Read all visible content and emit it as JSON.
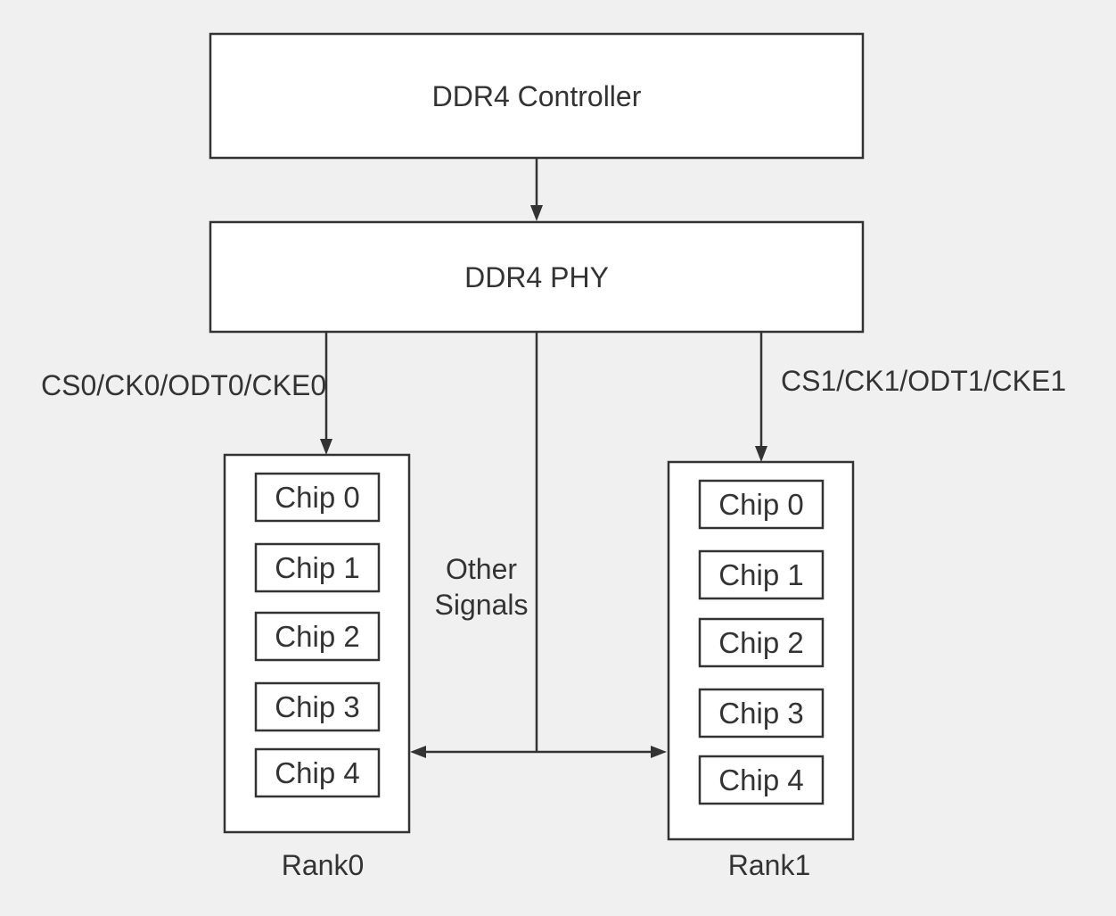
{
  "blocks": {
    "controller": "DDR4 Controller",
    "phy": "DDR4 PHY"
  },
  "signals": {
    "rank0": "CS0/CK0/ODT0/CKE0",
    "rank1": "CS1/CK1/ODT1/CKE1",
    "other_line1": "Other",
    "other_line2": "Signals"
  },
  "ranks": [
    {
      "label": "Rank0",
      "chips": [
        "Chip 0",
        "Chip 1",
        "Chip 2",
        "Chip 3",
        "Chip 4"
      ]
    },
    {
      "label": "Rank1",
      "chips": [
        "Chip 0",
        "Chip 1",
        "Chip 2",
        "Chip 3",
        "Chip 4"
      ]
    }
  ],
  "colors": {
    "background": "#f0f0f0",
    "stroke": "#333333",
    "box_fill": "#ffffff"
  }
}
